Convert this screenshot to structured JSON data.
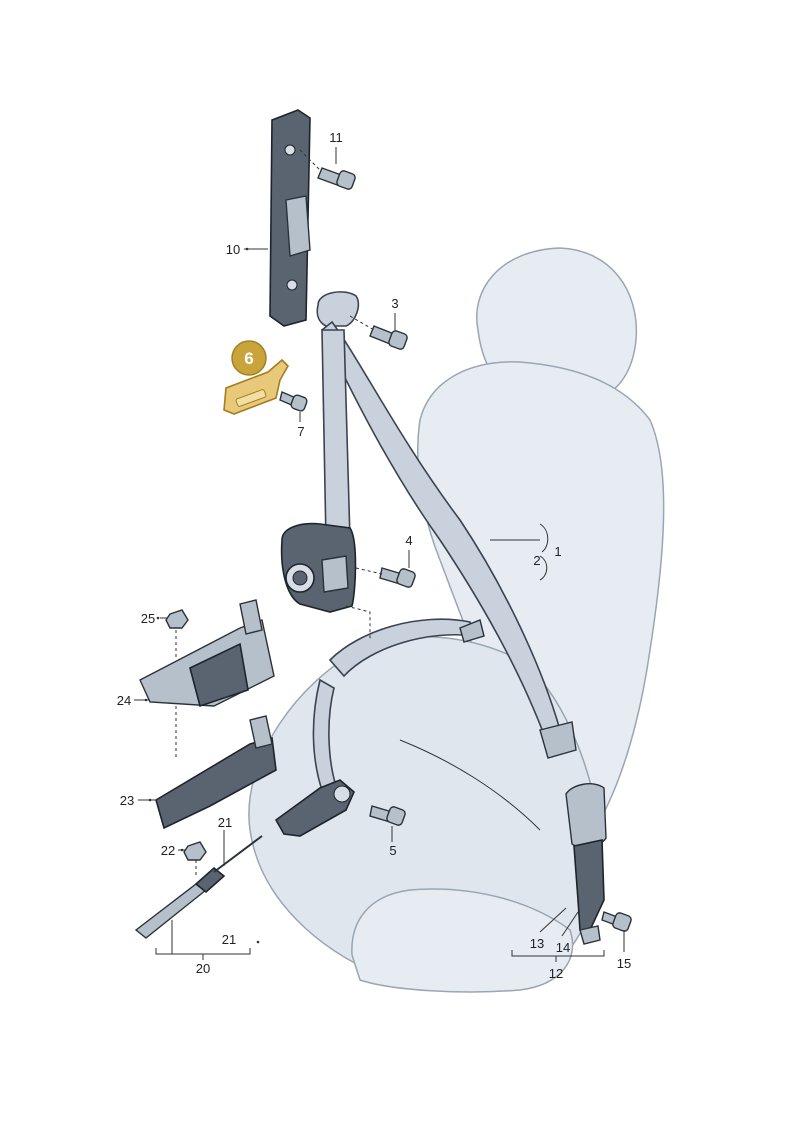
{
  "diagram": {
    "callouts": {
      "c1": "1",
      "c2": "2",
      "c3": "3",
      "c4": "4",
      "c5": "5",
      "c6": "6",
      "c7": "7",
      "c10": "10",
      "c11": "11",
      "c12": "12",
      "c13": "13",
      "c14": "14",
      "c15": "15",
      "c20": "20",
      "c21a": "21",
      "c21b": "21",
      "c22": "22",
      "c23": "23",
      "c24": "24",
      "c25": "25"
    },
    "highlight_color": "#c9a43a",
    "highlight_text_color": "#ffffff"
  }
}
